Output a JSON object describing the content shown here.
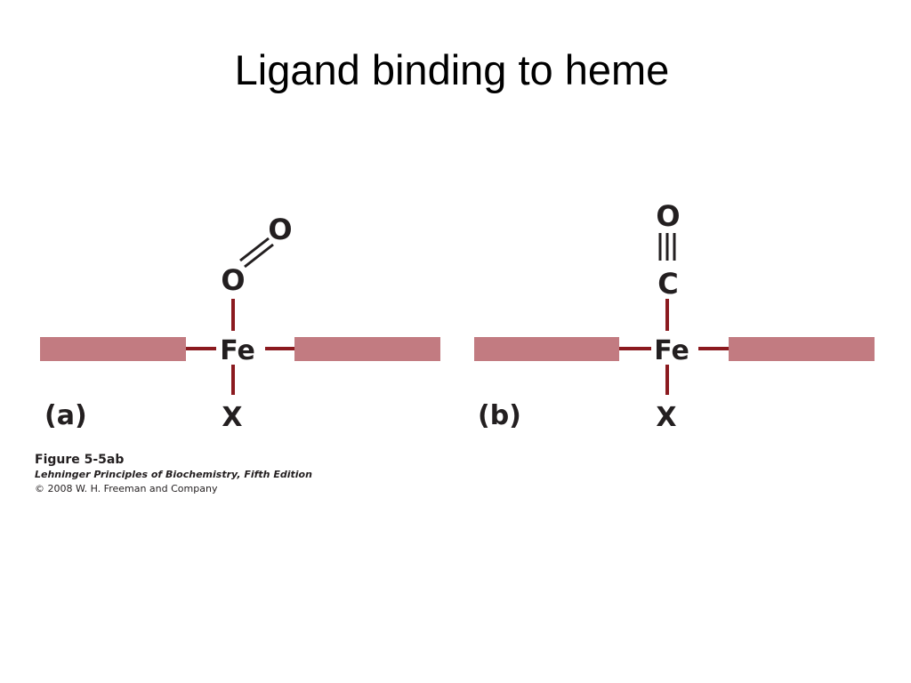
{
  "slide": {
    "title": "Ligand binding to heme"
  },
  "panels": [
    {
      "label": "(a)",
      "metal": "Fe",
      "axial_ligand": "X",
      "bound_atom": "O",
      "distal_atom": "O",
      "bond_to_distal": "double"
    },
    {
      "label": "(b)",
      "metal": "Fe",
      "axial_ligand": "X",
      "bound_atom": "C",
      "distal_atom": "O",
      "bond_to_distal": "triple"
    }
  ],
  "caption": {
    "figure_number": "Figure 5-5ab",
    "book": "Lehninger Principles of Biochemistry, Fifth Edition",
    "copyright": "© 2008 W. H. Freeman and Company"
  },
  "colors": {
    "heme_plane": "#c27b81",
    "bond": "#8b1a1f",
    "text": "#231f20"
  }
}
